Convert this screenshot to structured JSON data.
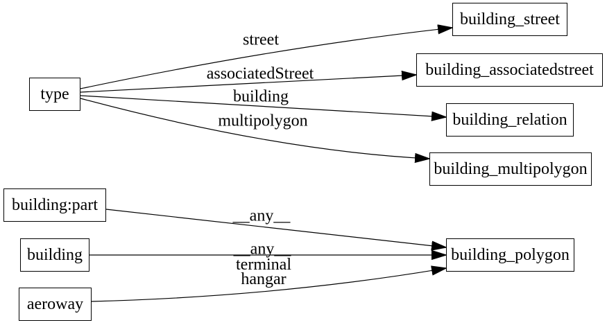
{
  "diagram": {
    "background_color": "#ffffff",
    "stroke_color": "#000000",
    "text_color": "#000000",
    "nodes": [
      {
        "id": "type",
        "label": "type"
      },
      {
        "id": "building_street",
        "label": "building_street"
      },
      {
        "id": "building_associatedstreet",
        "label": "building_associatedstreet"
      },
      {
        "id": "building_relation",
        "label": "building_relation"
      },
      {
        "id": "building_multipolygon",
        "label": "building_multipolygon"
      },
      {
        "id": "building_part",
        "label": "building:part"
      },
      {
        "id": "building",
        "label": "building"
      },
      {
        "id": "aeroway",
        "label": "aeroway"
      },
      {
        "id": "building_polygon",
        "label": "building_polygon"
      }
    ],
    "edges": [
      {
        "from": "type",
        "to": "building_street",
        "label": "street"
      },
      {
        "from": "type",
        "to": "building_associatedstreet",
        "label": "associatedStreet"
      },
      {
        "from": "type",
        "to": "building_relation",
        "label": "building"
      },
      {
        "from": "type",
        "to": "building_multipolygon",
        "label": "multipolygon"
      },
      {
        "from": "building_part",
        "to": "building_polygon",
        "label": "__any__"
      },
      {
        "from": "building",
        "to": "building_polygon",
        "label": "__any__"
      },
      {
        "from": "aeroway",
        "to": "building_polygon",
        "label_lines": [
          "terminal",
          "hangar"
        ]
      }
    ]
  }
}
